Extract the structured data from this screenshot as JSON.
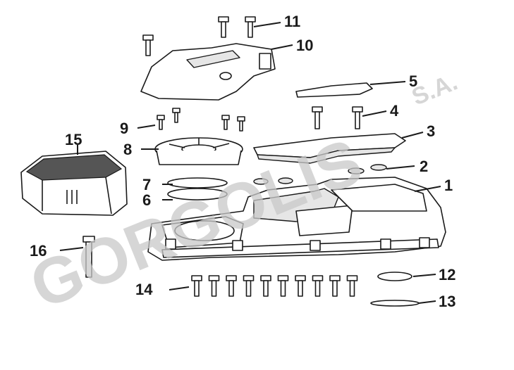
{
  "watermark": {
    "text": "GORGOLIS",
    "suffix": "S.A.",
    "color": "#c9c9c9"
  },
  "callouts": [
    "1",
    "2",
    "3",
    "4",
    "5",
    "6",
    "7",
    "8",
    "9",
    "10",
    "11",
    "12",
    "13",
    "14",
    "15",
    "16"
  ],
  "colors": {
    "line": "#1a1a1a",
    "background": "#ffffff",
    "watermark": "#c9c9c9"
  }
}
